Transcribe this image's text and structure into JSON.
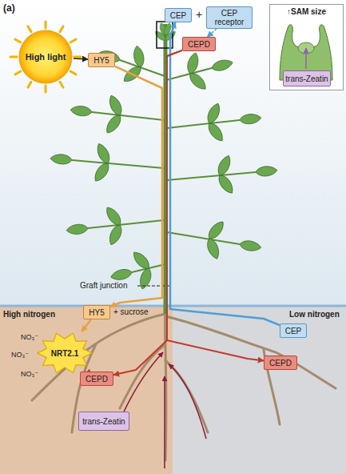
{
  "diagram": {
    "nodes": [
      {
        "text": [
          "↑SAM size"
        ]
      },
      {
        "text": [
          "trans-Zeatin"
        ],
        "in": 0
      },
      {
        "text": [
          "CEP"
        ]
      },
      {
        "text": [
          "CEP receptor"
        ]
      },
      {
        "text": [
          "High light"
        ]
      },
      {
        "text": [
          "HY5"
        ]
      },
      {
        "text": [
          "CEPD"
        ]
      },
      {
        "text": [
          "HY5"
        ]
      },
      {
        "text": [
          "NRT2.1"
        ]
      },
      {
        "text": [
          "CEP"
        ]
      },
      {
        "text": [
          "CEPD"
        ]
      },
      {
        "text": [
          "CEPD"
        ]
      },
      {
        "text": [
          "trans-Zeatin"
        ]
      }
    ],
    "edges": [
      {
        "from": 4,
        "to": 5,
        "arrow": "to"
      },
      {
        "from": 5,
        "to": 7,
        "arrow": "to"
      },
      {
        "from": 7,
        "to": 8,
        "arrow": "to"
      },
      {
        "from": 10,
        "to": 8,
        "arrow": "to"
      },
      {
        "from": 9,
        "to": 2,
        "arrow": "to"
      },
      {
        "from": 6,
        "to": 10,
        "arrow": "to"
      },
      {
        "from": 6,
        "to": 11,
        "arrow": "to"
      },
      {
        "from": 3,
        "to": 6,
        "arrow": "to"
      }
    ],
    "labels": [
      "(a)",
      "+",
      "Graft junction",
      "High nitrogen",
      "Low nitrogen",
      "+ sucrose",
      "NO₃⁻",
      "NO₃⁻",
      "NO₃⁻"
    ]
  }
}
